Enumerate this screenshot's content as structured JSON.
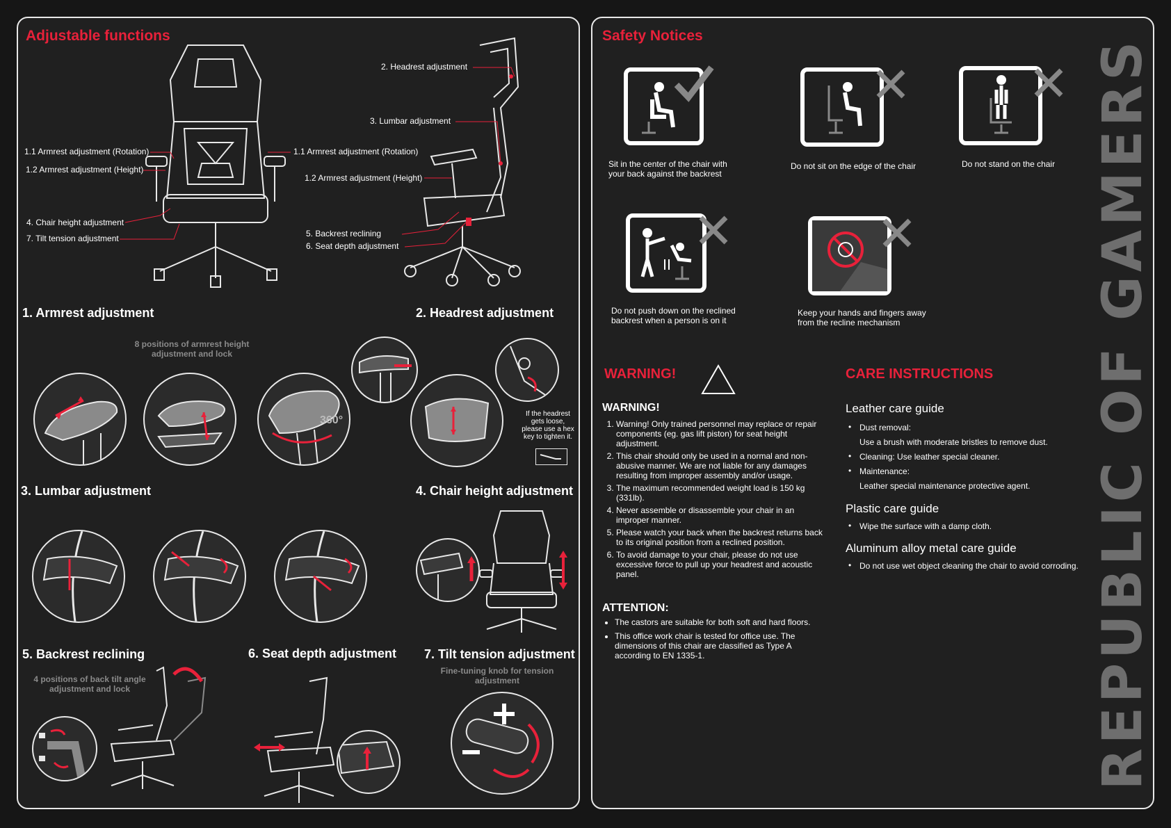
{
  "left": {
    "title": "Adjustable functions",
    "callouts": {
      "armrest_rotation_left": "1.1 Armrest adjustment (Rotation)",
      "armrest_height_left": "1.2 Armrest adjustment (Height)",
      "chair_height": "4. Chair height adjustment",
      "tilt_tension": "7. Tilt tension adjustment",
      "headrest": "2. Headrest adjustment",
      "lumbar": "3. Lumbar adjustment",
      "armrest_rotation_right": "1.1 Armrest adjustment (Rotation)",
      "armrest_height_right": "1.2 Armrest adjustment (Height)",
      "backrest_reclining": "5. Backrest reclining",
      "seat_depth": "6. Seat depth adjustment"
    },
    "sections": {
      "armrest": {
        "title": "1. Armrest adjustment",
        "caption": "8 positions of armrest height adjustment and lock",
        "rotation_label": "360°"
      },
      "headrest": {
        "title": "2. Headrest adjustment",
        "caption": "If the headrest gets loose, please use a hex key to tighten it."
      },
      "lumbar": {
        "title": "3. Lumbar adjustment"
      },
      "chair_height": {
        "title": "4. Chair height adjustment"
      },
      "backrest": {
        "title": "5. Backrest reclining",
        "caption": "4 positions of back tilt angle adjustment and lock"
      },
      "seat_depth": {
        "title": "6. Seat depth adjustment"
      },
      "tilt": {
        "title": "7. Tilt tension adjustment",
        "caption": "Fine-tuning knob for tension adjustment"
      }
    }
  },
  "right": {
    "safety_title": "Safety Notices",
    "notices": [
      {
        "caption": "Sit in the center of the chair with your back against the backrest",
        "mark": "check-icon"
      },
      {
        "caption": "Do not sit on the edge of the chair",
        "mark": "cross-icon"
      },
      {
        "caption": "Do not stand on the chair",
        "mark": "cross-icon"
      },
      {
        "caption": "Do not push down on the reclined backrest when a person is on it",
        "mark": "cross-icon"
      },
      {
        "caption": "Keep your hands and fingers away from the recline mechanism",
        "mark": "cross-icon"
      }
    ],
    "warning_banner": "WARNING!",
    "warning_heading": "WARNING!",
    "warnings": [
      "Warning! Only trained personnel may replace or repair components (eg. gas lift piston) for seat height adjustment.",
      "This chair should only be used in a normal and non-abusive manner. We are not liable for any damages resulting from improper assembly and/or usage.",
      "The maximum recommended weight load is 150 kg (331lb).",
      "Never assemble or disassemble your chair in an improper manner.",
      "Please watch your back when the backrest returns back to its original position from a reclined position.",
      "To avoid damage to your chair, please do not use excessive force to pull up your headrest and acoustic panel."
    ],
    "attention_heading": "ATTENTION:",
    "attention": [
      "The castors are suitable for both soft and hard floors.",
      "This office work chair is tested for office use. The dimensions of this chair are classified as Type A according to EN 1335-1."
    ],
    "care_title": "CARE INSTRUCTIONS",
    "leather": {
      "heading": "Leather care guide",
      "items": [
        "Dust removal:",
        "Use a brush with moderate bristles to remove dust.",
        "Cleaning: Use leather special cleaner.",
        "Maintenance:",
        "Leather special maintenance protective agent."
      ]
    },
    "plastic": {
      "heading": "Plastic care guide",
      "items": [
        "Wipe the surface with a damp cloth."
      ]
    },
    "aluminum": {
      "heading": "Aluminum alloy metal care guide",
      "items": [
        "Do not use wet object cleaning the chair to avoid corroding."
      ]
    },
    "brand": "REPUBLIC OF GAMERS"
  },
  "colors": {
    "accent": "#e8213a",
    "background": "#202020",
    "line": "#e8e8e8",
    "muted": "#8a8a8a"
  }
}
